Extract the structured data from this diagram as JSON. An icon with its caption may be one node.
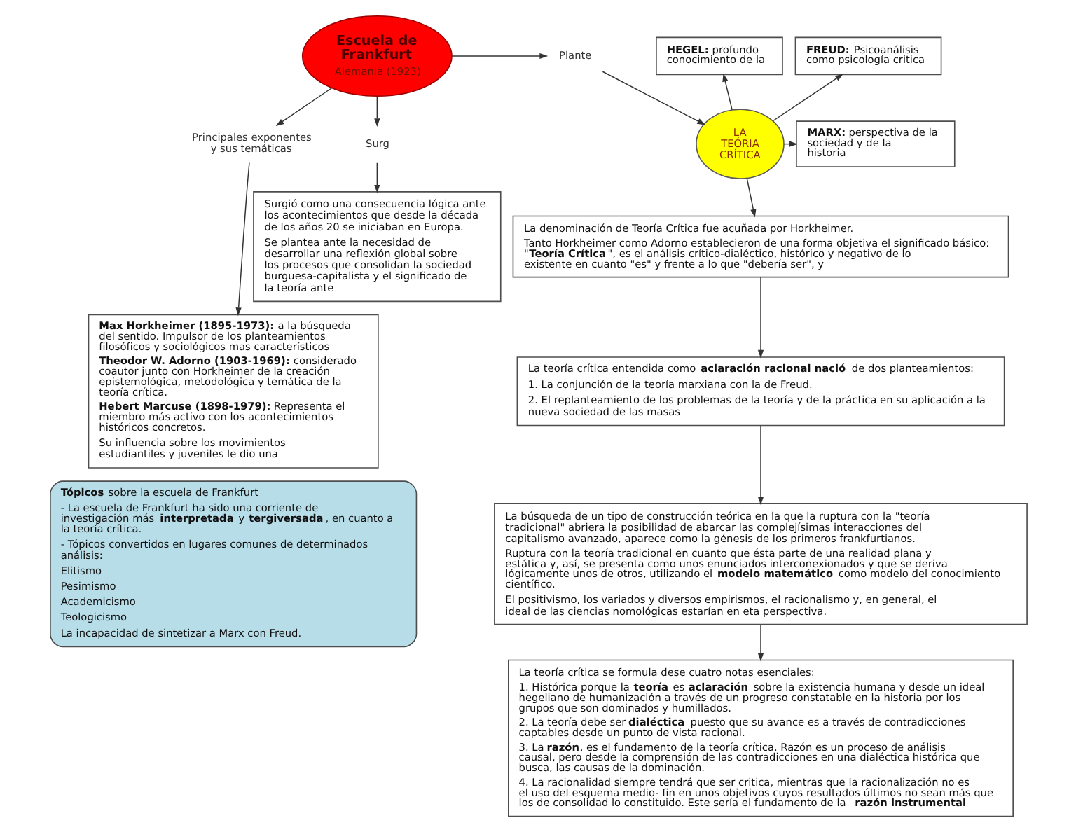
{
  "diagram": {
    "nodes": [
      {
        "text": [
          "Escuela de Frankfurt",
          "Alemania (1923)"
        ]
      },
      {
        "text": [
          "Principales exponentes y sus temáticas"
        ]
      },
      {
        "text": [
          "**Max Horkheimer (1895-1973):** a la búsqueda del sentido. Impulsor de los planteamientos filosóficos y sociológicos mas característicos",
          "**Theodor W. Adorno (1903-1969):** considerado coautor junto con Horkheimer de la creación epistemológica, metodológica y temática de la teoría crítica.",
          "**Hebert Marcuse (1898-1979):** Representa el miembro más activo con los acontecimientos históricos concretos.",
          "Su influencia sobre los movimientos estudiantiles y juveniles le dio una"
        ]
      },
      {
        "text": [
          "Surg"
        ]
      },
      {
        "text": [
          "Surgió como una consecuencia lógica ante los acontecimientos que desde la década de los años 20 se iniciaban en Europa.",
          "Se plantea ante la necesidad de desarrollar una reflexión global sobre los procesos que consolidan la sociedad burguesa-capitalista y el significado de la teoría ante"
        ]
      },
      {
        "text": [
          "Plante"
        ]
      },
      {
        "text": [
          "LA TEÓRIA CRÍTICA"
        ]
      },
      {
        "text": [
          "**HEGEL:** profundo conocimiento de la"
        ]
      },
      {
        "text": [
          "**MARX:** perspectiva de la sociedad y de la historia"
        ]
      },
      {
        "text": [
          "**FREUD:** Psicoanálisis como psicología critica"
        ]
      },
      {
        "text": [
          "La denominación de Teoría Crítica fue acuñada por Horkheimer.",
          "Tanto Horkheimer como Adorno establecieron de una forma objetiva el significado básico: \"**Teoría Crítica**\", es el análisis crítico-dialéctico, histórico y negativo de lo existente en cuanto \"es\" y frente a lo que \"debería ser\", y"
        ]
      },
      {
        "text": [
          "La teoría crítica entendida como **aclaración racional nació** de dos planteamientos:",
          "1. La conjunción de la teoría marxiana con la de Freud.",
          "2. El replanteamiento de los problemas de la teoría y de la práctica en su aplicación a la nueva sociedad de las masas"
        ]
      },
      {
        "text": [
          "La búsqueda de un tipo de construcción teórica en la que la ruptura con la \"teoría tradicional\" abriera la posibilidad de abarcar las complejísimas interacciones del capitalismo avanzado, aparece como la génesis de los primeros frankfurtianos.",
          "Ruptura con la teoría tradicional en cuanto que ésta parte de una realidad plana y estática y, así, se presenta como unos enunciados interconexionados y que se deriva lógicamente unos de otros, utilizando el **modelo matemático** como modelo del conocimiento científico.",
          "El positivismo, los variados y diversos empirismos, el racionalismo y, en general, el ideal de las ciencias nomológicas estarían en eta perspectiva."
        ]
      },
      {
        "text": [
          "La teoría crítica se formula dese cuatro notas esenciales:",
          "1. Histórica porque la **teoría** es **aclaración** sobre la existencia humana y desde un ideal hegeliano de humanización a través de un progreso constatable en la historia por los grupos que son dominados y humillados.",
          "2. La teoría debe ser **dialéctica** puesto que su avance es a través de contradicciones captables desde un punto de vista racional.",
          "3. La **razón**, es el fundamento de la teoría crítica. Razón es un proceso de análisis causal, pero desde la comprensión de las contradicciones en una dialéctica histórica que busca, las causas de la dominación.",
          "4. La racionalidad siempre tendrá que ser critica, mientras que la racionalización no es el uso del esquema medio- fin en unos objetivos cuyos resultados últimos no sean más que los de consolidad lo constituido. Este sería el fundamento de la **razón instrumental**"
        ]
      },
      {
        "text": [
          "**Tópicos** sobre la escuela de Frankfurt",
          "- La escuela de Frankfurt ha sido una corriente de investigación más **interpretada** y **tergiversada**, en cuanto a la teoría crítica.",
          "- Tópicos convertidos en lugares comunes de determinados análisis:",
          "Elitismo",
          "Pesimismo",
          "Academicismo",
          "Teologicismo",
          "La incapacidad de sintetizar a Marx con Freud."
        ]
      }
    ],
    "edges": [
      {
        "from": 0,
        "to": 1,
        "arrow": "to"
      },
      {
        "from": 1,
        "to": 2,
        "arrow": "to"
      },
      {
        "from": 0,
        "to": 3,
        "arrow": "to"
      },
      {
        "from": 3,
        "to": 4,
        "arrow": "to"
      },
      {
        "from": 0,
        "to": 5,
        "arrow": "to"
      },
      {
        "from": 5,
        "to": 6,
        "arrow": "to"
      },
      {
        "from": 6,
        "to": 7,
        "arrow": "to"
      },
      {
        "from": 6,
        "to": 8,
        "arrow": "to"
      },
      {
        "from": 6,
        "to": 9,
        "arrow": "to"
      },
      {
        "from": 6,
        "to": 10,
        "arrow": "to"
      },
      {
        "from": 10,
        "to": 11,
        "arrow": "to"
      },
      {
        "from": 11,
        "to": 12,
        "arrow": "to"
      },
      {
        "from": 12,
        "to": 13,
        "arrow": "to"
      }
    ]
  }
}
